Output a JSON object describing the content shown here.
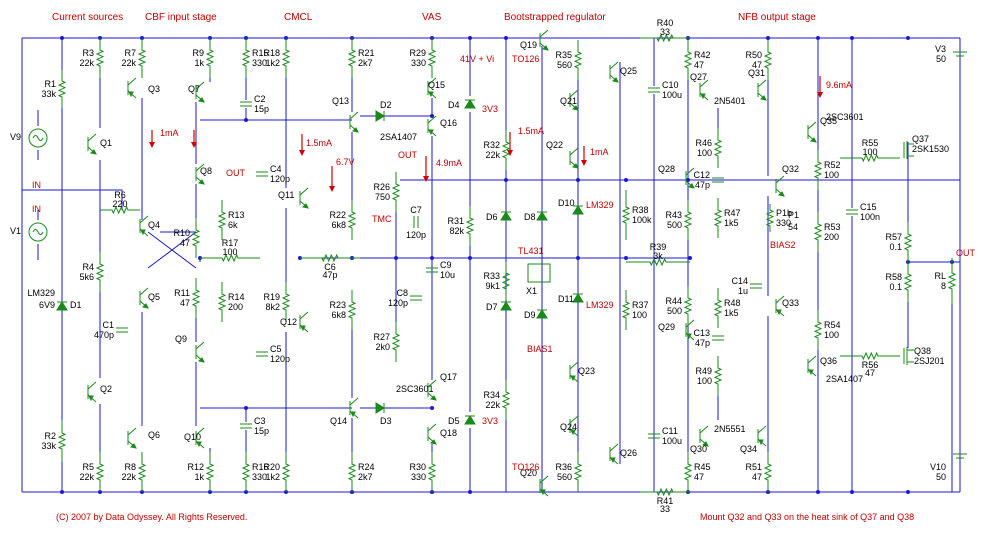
{
  "sections": {
    "current_sources": "Current sources",
    "cbf_input": "CBF input stage",
    "cmcl": "CMCL",
    "vas": "VAS",
    "regulator": "Bootstrapped regulator",
    "nfb_output": "NFB output stage"
  },
  "footer": {
    "copyright": "(C) 2007 by Data Odyssey. All Rights Reserved.",
    "note": "Mount Q32 and Q33 on the heat sink of Q37 and Q38"
  },
  "annotations": {
    "i1": "1mA",
    "i2": "1.5mA",
    "v1": "6.7V",
    "i3": "4.9mA",
    "i4": "1.5mA",
    "i5": "1mA",
    "i6": "9.6mA",
    "supply": "41V + Vi",
    "out1": "OUT",
    "out2": "OUT",
    "out3": "OUT",
    "in1": "IN",
    "in2": "IN",
    "tmc": "TMC",
    "bias1": "BIAS1",
    "bias2": "BIAS2",
    "tl431": "TL431",
    "d4v": "3V3",
    "d5v": "3V3",
    "lm329a": "LM329",
    "lm329b": "LM329",
    "lm329c": "LM329",
    "d1v": "6V9",
    "q19pkg": "TO126",
    "q20pkg": "TO126"
  },
  "components": [
    [
      "R1",
      "33k"
    ],
    [
      "R2",
      "33k"
    ],
    [
      "R3",
      "22k"
    ],
    [
      "R4",
      "5k6"
    ],
    [
      "R5",
      "22k"
    ],
    [
      "R6",
      "220"
    ],
    [
      "R7",
      "22k"
    ],
    [
      "R8",
      "22k"
    ],
    [
      "R9",
      "1k"
    ],
    [
      "R10",
      "47"
    ],
    [
      "R11",
      "47"
    ],
    [
      "R12",
      "1k"
    ],
    [
      "R13",
      "6k"
    ],
    [
      "R14",
      "200"
    ],
    [
      "R15",
      "330"
    ],
    [
      "R16",
      "330"
    ],
    [
      "R17",
      "100"
    ],
    [
      "R18",
      "1k2"
    ],
    [
      "R19",
      "8k2"
    ],
    [
      "R20",
      "1k2"
    ],
    [
      "R21",
      "2k7"
    ],
    [
      "R22",
      "6k8"
    ],
    [
      "R23",
      "6k8"
    ],
    [
      "R24",
      "2k7"
    ],
    [
      "R26",
      "750"
    ],
    [
      "R27",
      "2k0"
    ],
    [
      "R29",
      "330"
    ],
    [
      "R30",
      "330"
    ],
    [
      "R31",
      "82k"
    ],
    [
      "R32",
      "22k"
    ],
    [
      "R33",
      "9k1"
    ],
    [
      "R34",
      "22k"
    ],
    [
      "R35",
      "560"
    ],
    [
      "R36",
      "560"
    ],
    [
      "R37",
      "100"
    ],
    [
      "R38",
      "100k"
    ],
    [
      "R39",
      "3k"
    ],
    [
      "R40",
      "33"
    ],
    [
      "R41",
      "33"
    ],
    [
      "R42",
      "47"
    ],
    [
      "R43",
      "500"
    ],
    [
      "R44",
      "500"
    ],
    [
      "R45",
      "47"
    ],
    [
      "R46",
      "100"
    ],
    [
      "R47",
      "1k5"
    ],
    [
      "R48",
      "1k5"
    ],
    [
      "R49",
      "100"
    ],
    [
      "R50",
      "47"
    ],
    [
      "R51",
      "47"
    ],
    [
      "R52",
      "100"
    ],
    [
      "R53",
      "200"
    ],
    [
      "R54",
      "100"
    ],
    [
      "R55",
      "100"
    ],
    [
      "R56",
      "47"
    ],
    [
      "R57",
      "0.1"
    ],
    [
      "R58",
      "0.1"
    ],
    [
      "RL",
      "8"
    ],
    [
      "C1",
      "470p"
    ],
    [
      "C2",
      "15p"
    ],
    [
      "C3",
      "15p"
    ],
    [
      "C4",
      "120p"
    ],
    [
      "C5",
      "120p"
    ],
    [
      "C6",
      "47p"
    ],
    [
      "C7",
      "120p"
    ],
    [
      "C8",
      "120p"
    ],
    [
      "C9",
      "10u"
    ],
    [
      "C10",
      "100u"
    ],
    [
      "C11",
      "100u"
    ],
    [
      "C12",
      "47p"
    ],
    [
      "C13",
      "47p"
    ],
    [
      "C14",
      "1u"
    ],
    [
      "C15",
      "100n"
    ],
    [
      "P1",
      "54"
    ],
    [
      "P1b",
      "330"
    ],
    [
      "V3",
      "50"
    ],
    [
      "V10",
      "50"
    ],
    [
      "V9",
      ""
    ],
    [
      "V1",
      ""
    ],
    [
      "Q1",
      ""
    ],
    [
      "Q2",
      ""
    ],
    [
      "Q3",
      ""
    ],
    [
      "Q4",
      ""
    ],
    [
      "Q5",
      ""
    ],
    [
      "Q6",
      ""
    ],
    [
      "Q7",
      ""
    ],
    [
      "Q8",
      ""
    ],
    [
      "Q9",
      ""
    ],
    [
      "Q10",
      ""
    ],
    [
      "Q11",
      ""
    ],
    [
      "Q12",
      ""
    ],
    [
      "Q13",
      ""
    ],
    [
      "Q14",
      ""
    ],
    [
      "Q15",
      ""
    ],
    [
      "Q16",
      "2SA1407"
    ],
    [
      "Q17",
      "2SC3601"
    ],
    [
      "Q18",
      ""
    ],
    [
      "Q19",
      ""
    ],
    [
      "Q20",
      ""
    ],
    [
      "Q21",
      ""
    ],
    [
      "Q22",
      ""
    ],
    [
      "Q23",
      ""
    ],
    [
      "Q24",
      ""
    ],
    [
      "Q25",
      ""
    ],
    [
      "Q26",
      ""
    ],
    [
      "Q27",
      "2N5401"
    ],
    [
      "Q28",
      ""
    ],
    [
      "Q29",
      ""
    ],
    [
      "Q30",
      "2N5551"
    ],
    [
      "Q31",
      ""
    ],
    [
      "Q32",
      ""
    ],
    [
      "Q33",
      ""
    ],
    [
      "Q34",
      ""
    ],
    [
      "Q35",
      "2SC3601"
    ],
    [
      "Q36",
      "2SA1407"
    ],
    [
      "Q37",
      "2SK1530"
    ],
    [
      "Q38",
      "2SJ201"
    ],
    [
      "D1",
      ""
    ],
    [
      "D2",
      ""
    ],
    [
      "D3",
      ""
    ],
    [
      "D4",
      ""
    ],
    [
      "D5",
      ""
    ],
    [
      "D6",
      ""
    ],
    [
      "D7",
      ""
    ],
    [
      "D8",
      ""
    ],
    [
      "D9",
      ""
    ],
    [
      "D10",
      ""
    ],
    [
      "D11",
      ""
    ],
    [
      "X1",
      ""
    ]
  ]
}
